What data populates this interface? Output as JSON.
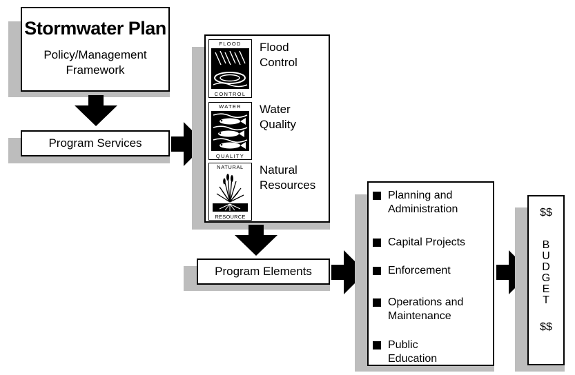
{
  "plan": {
    "title": "Stormwater Plan",
    "subtitle_line1": "Policy/Management",
    "subtitle_line2": "Framework"
  },
  "services": {
    "label": "Program Services"
  },
  "categories": [
    {
      "icon_top": "FLOOD",
      "icon_bottom": "CONTROL",
      "line1": "Flood",
      "line2": "Control",
      "icon": "rain-flood-icon"
    },
    {
      "icon_top": "WATER",
      "icon_bottom": "QUALITY",
      "line1": "Water",
      "line2": "Quality",
      "icon": "fish-icon"
    },
    {
      "icon_top": "NATURAL",
      "icon_bottom": "RESOURCE",
      "line1": "Natural",
      "line2": "Resources",
      "icon": "cattail-icon"
    }
  ],
  "elements_label": {
    "label": "Program Elements"
  },
  "elements": [
    {
      "line1": "Planning and",
      "line2": "Administration"
    },
    {
      "line1": "Capital Projects",
      "line2": ""
    },
    {
      "line1": "Enforcement",
      "line2": ""
    },
    {
      "line1": "Operations and",
      "line2": "Maintenance"
    },
    {
      "line1": "Public",
      "line2": "Education"
    }
  ],
  "budget": {
    "top": "$$",
    "letters": [
      "B",
      "U",
      "D",
      "G",
      "E",
      "T"
    ],
    "bottom": "$$"
  },
  "colors": {
    "shadow": "#bdbdbd",
    "ink": "#000000"
  }
}
